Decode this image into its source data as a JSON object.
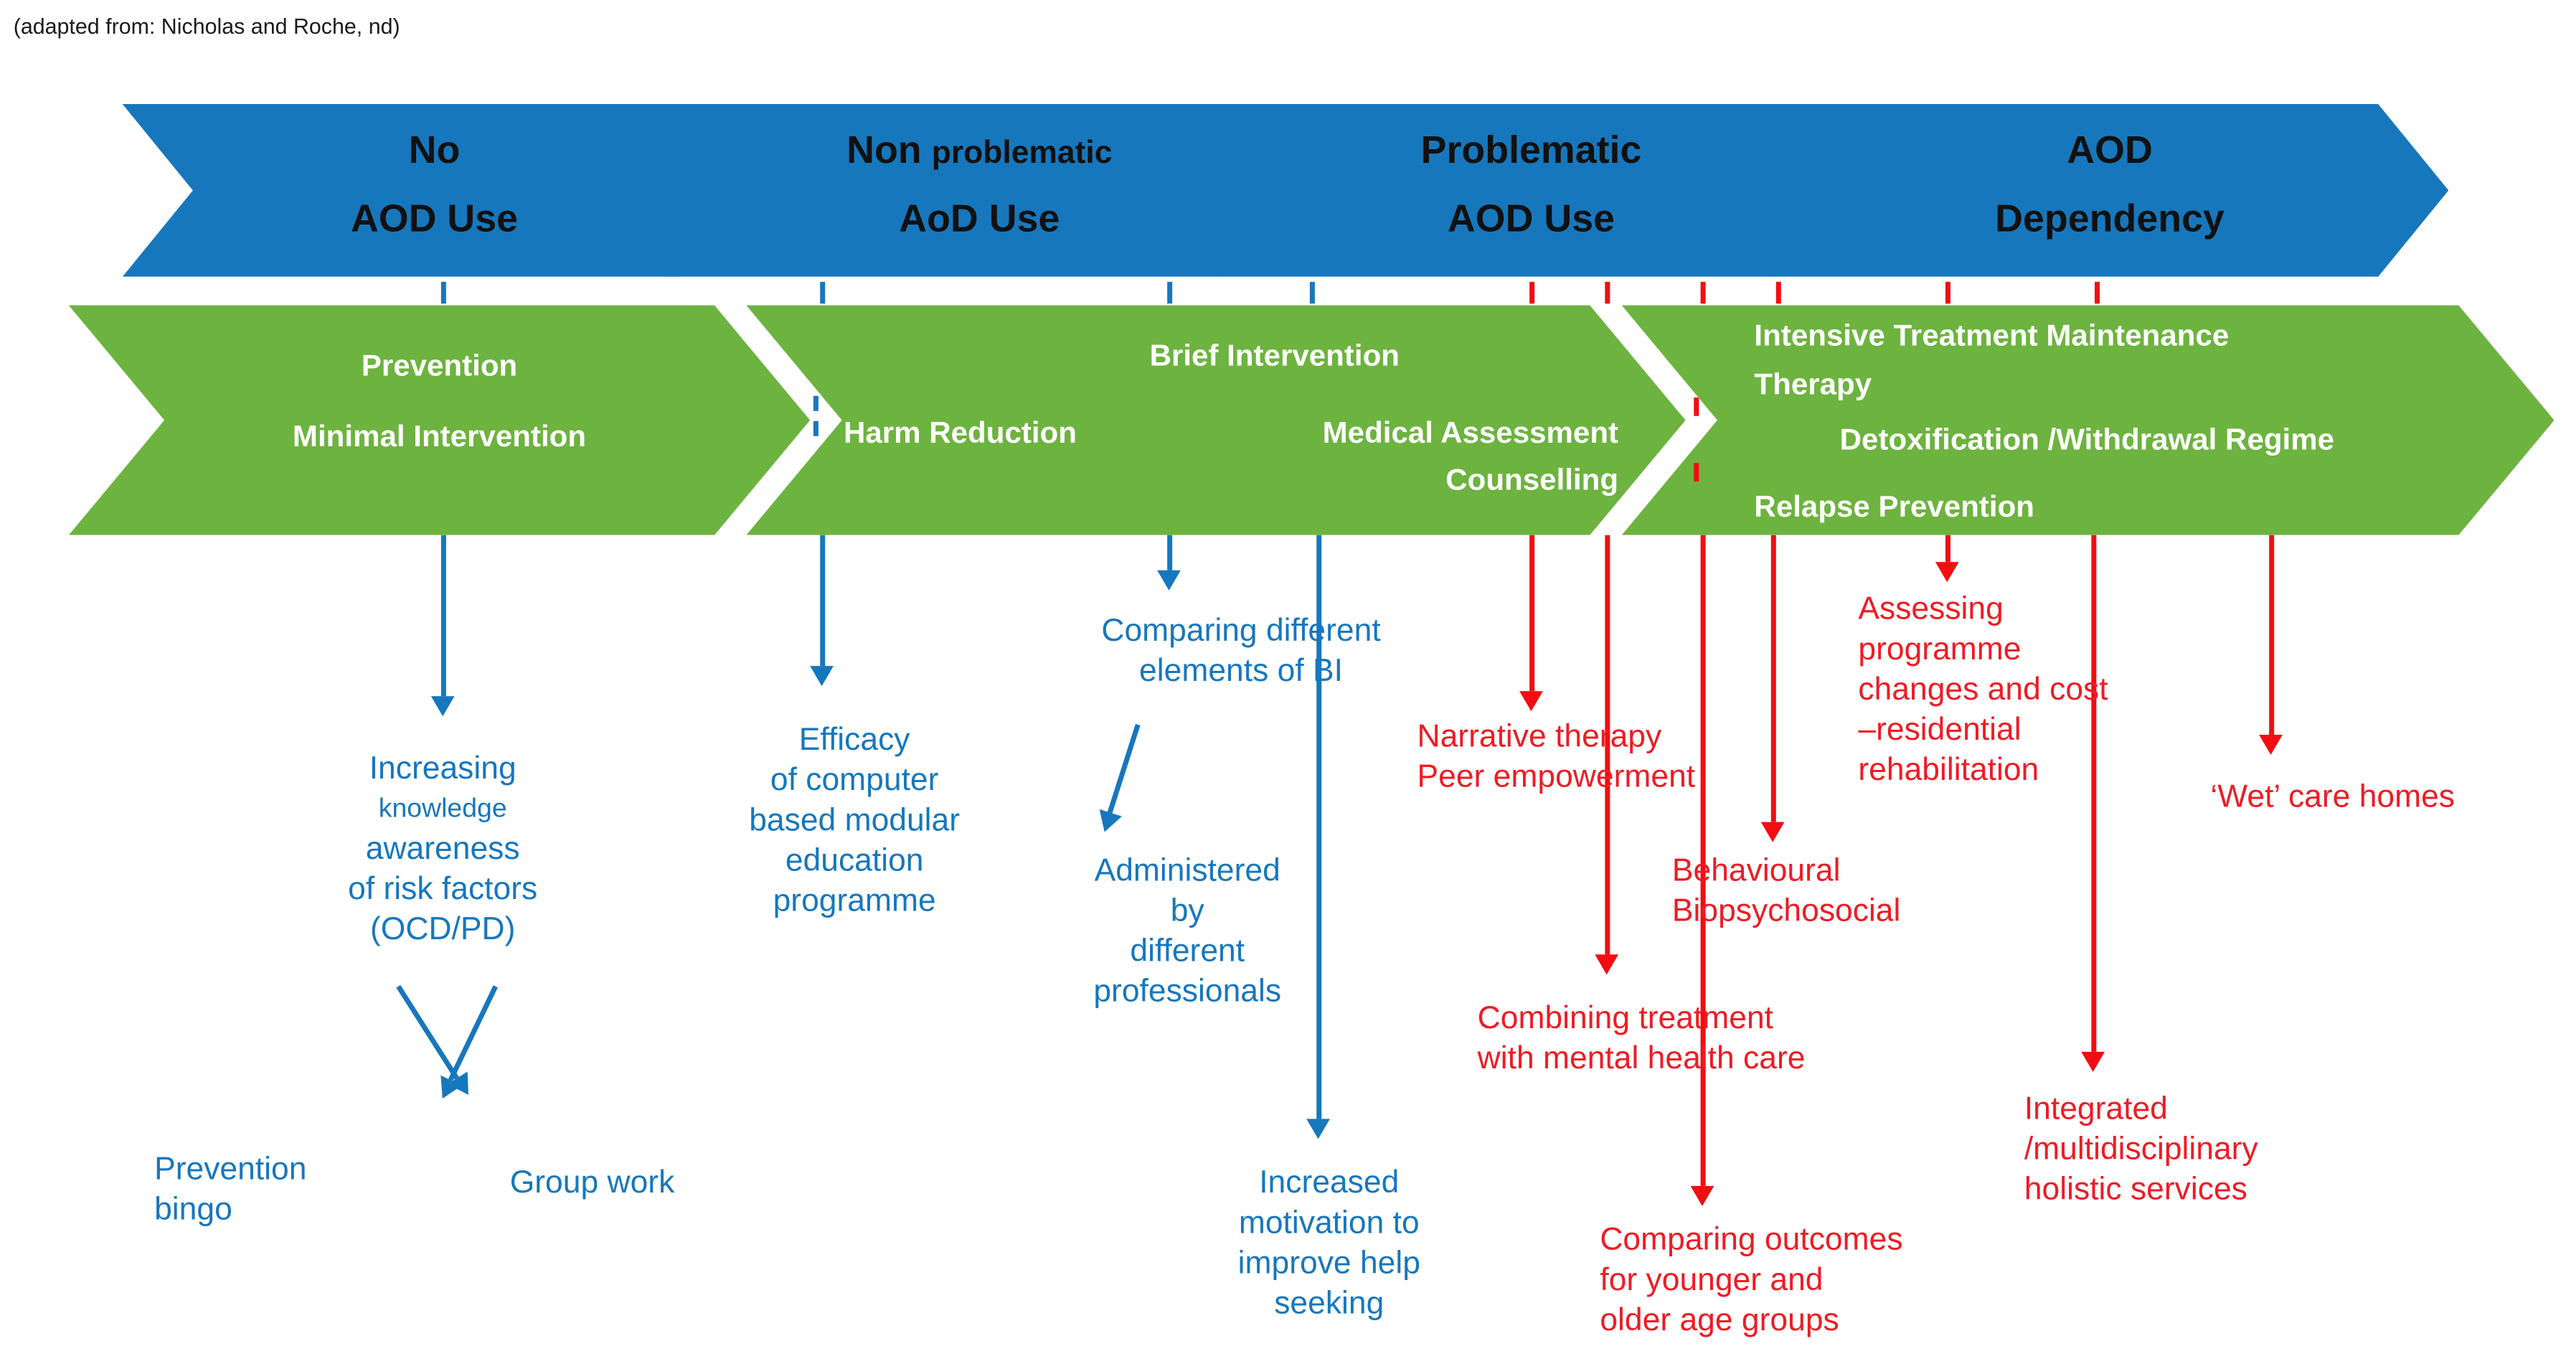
{
  "attribution": "(adapted from: Nicholas and Roche, nd)",
  "colors": {
    "blue": "#1777BD",
    "green": "#6DB33F",
    "red": "#ED1C24",
    "red_arrow": "#F20D12"
  },
  "stages": [
    {
      "line1": "No",
      "line2": "AOD Use"
    },
    {
      "line1_main": "Non",
      "line1_small": "problematic",
      "line2": "AoD Use"
    },
    {
      "line1": "Problematic",
      "line2": "AOD Use"
    },
    {
      "line1": "AOD",
      "line2": "Dependency"
    }
  ],
  "interventions": {
    "prevention": {
      "line1": "Prevention",
      "line2": "Minimal Intervention"
    },
    "brief": {
      "top": "Brief Intervention",
      "left": "Harm Reduction",
      "right": "Medical Assessment",
      "right_sub": "Counselling"
    },
    "intensive": {
      "top": "Intensive Treatment Maintenance\nTherapy",
      "middle": "Detoxification /Withdrawal Regime",
      "bottom": "Relapse Prevention"
    }
  },
  "blue_notes": {
    "increasing": {
      "part1": "Increasing",
      "part2": "knowledge",
      "part3": "awareness\nof risk factors\n(OCD/PD)"
    },
    "efficacy": "Efficacy\nof computer\nbased modular\neducation\nprogramme",
    "comparing_bi": "Comparing different\nelements of BI",
    "administered": "Administered\nby\ndifferent\nprofessionals",
    "increased_motivation": "Increased\nmotivation to\nimprove help\nseeking",
    "prevention_bingo": "Prevention\nbingo",
    "group_work": "Group work"
  },
  "red_notes": {
    "narrative": "Narrative therapy\nPeer empowerment",
    "behavioural": "Behavioural\nBiopsychosocial",
    "combining": "Combining treatment\nwith mental health care",
    "comparing_outcomes": "Comparing outcomes\nfor younger and\nolder age groups",
    "assessing": "Assessing\nprogramme\nchanges and cost\n–residential\nrehabilitation",
    "wet_care": "‘Wet’ care homes",
    "integrated": "Integrated\n/multidisciplinary\nholistic services"
  }
}
